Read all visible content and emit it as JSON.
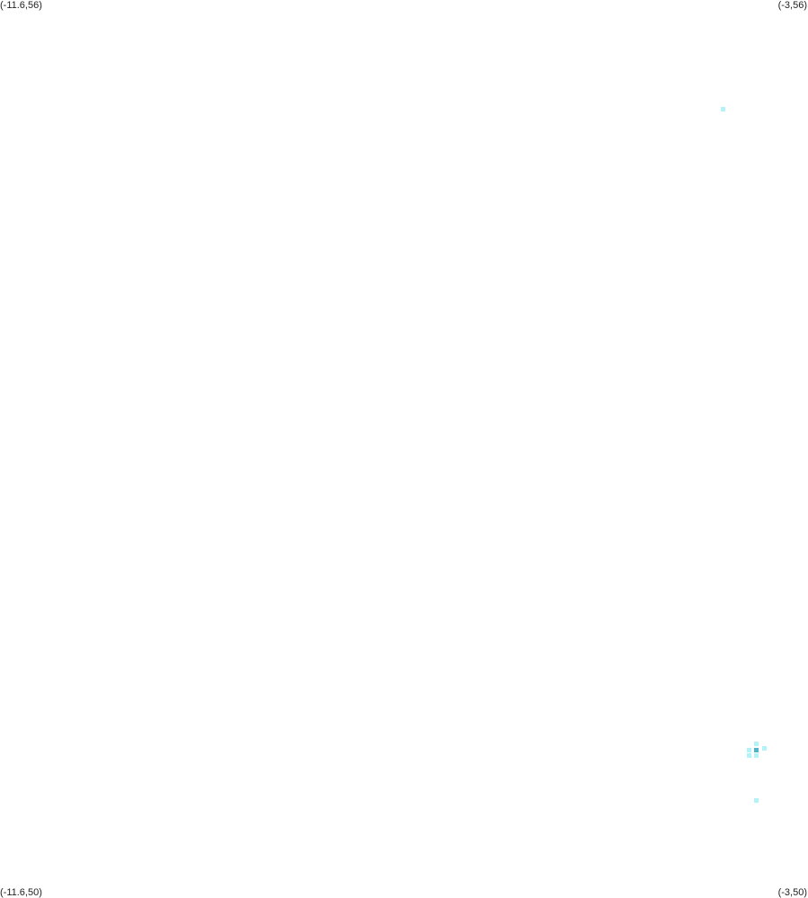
{
  "corners": {
    "top_left": "(-11.6,56)",
    "top_right": "(-3,56)",
    "bottom_left": "(-11.6,50)",
    "bottom_right": "(-3,50)"
  },
  "extent": {
    "lon_min": -11.6,
    "lon_max": -3,
    "lat_min": 50,
    "lat_max": 56
  },
  "cell_size_deg": 0.05,
  "colors": {
    "background": "#ffffff",
    "low": "#b3f3f8",
    "high": "#4fb6c9"
  },
  "cells": [
    {
      "lon": -3.9,
      "lat": 55.27,
      "level": "low"
    },
    {
      "lon": -3.55,
      "lat": 51.03,
      "level": "low"
    },
    {
      "lon": -3.55,
      "lat": 50.65,
      "level": "low"
    },
    {
      "lon": -3.46,
      "lat": 51.0,
      "level": "low"
    },
    {
      "lon": -3.63,
      "lat": 50.99,
      "level": "low"
    },
    {
      "lon": -3.63,
      "lat": 50.95,
      "level": "low"
    },
    {
      "lon": -3.55,
      "lat": 50.95,
      "level": "low"
    },
    {
      "lon": -3.55,
      "lat": 50.99,
      "level": "high"
    }
  ]
}
